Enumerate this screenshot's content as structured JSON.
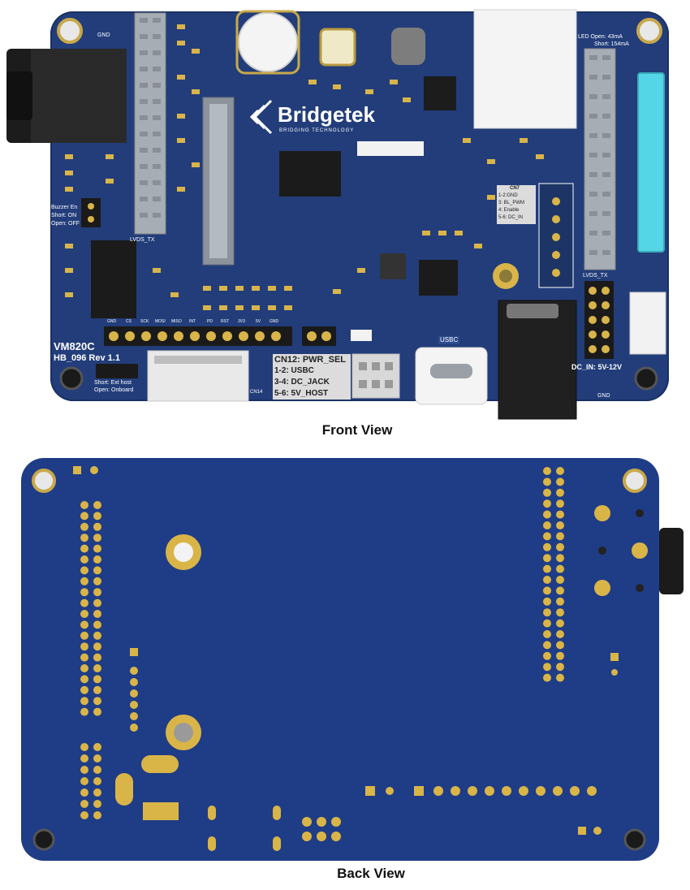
{
  "captions": {
    "front": "Front View",
    "back": "Back View"
  },
  "front_board": {
    "logo_text": "Bridgetek",
    "logo_tagline": "BRIDGING TECHNOLOGY",
    "board_name": "VM820C",
    "board_rev": "HB_096 Rev 1.1",
    "gnd_label_top": "GND",
    "gnd_label_bottom": "GND",
    "buzzer_label_1": "Buzzer En",
    "buzzer_label_2": "Short: ON",
    "buzzer_label_3": "Open: OFF",
    "lvds_tx_label": "LVDS_TX",
    "lvds_tx_label_right": "LVDS_TX",
    "usbc_label": "USBC",
    "cn14_label": "CN14",
    "pwr_sel_title": "CN12: PWR_SEL",
    "pwr_sel_opt1": "1-2: USBC",
    "pwr_sel_opt2": "3-4: DC_JACK",
    "pwr_sel_opt3": "5-6: 5V_HOST",
    "cn7_title": "CN7",
    "cn7_lines": [
      "1-2:GND",
      "3: BL_PWM",
      "4: Enable",
      "5-6: DC_IN"
    ],
    "led_label_1": "LED Open: 43mA",
    "led_label_2": "Short: 154mA",
    "dc_in_label": "DC_IN: 5V-12V",
    "ext_host_1": "Short: Ext host",
    "ext_host_2": "Open: Onboard",
    "spi_labels": [
      "GND",
      "CS",
      "SCK",
      "MOSI",
      "MISO",
      "INT",
      "PD",
      "RST",
      "3V3",
      "5V",
      "GND"
    ],
    "colors": {
      "pcb": "#223d7a",
      "pcb_light": "#2c4a8c",
      "gold": "#d8b44a",
      "header": "#aab0b8",
      "silk": "#ffffff"
    }
  },
  "back_board": {
    "colors": {
      "pcb": "#1f3c86",
      "gold": "#d9b548"
    }
  }
}
